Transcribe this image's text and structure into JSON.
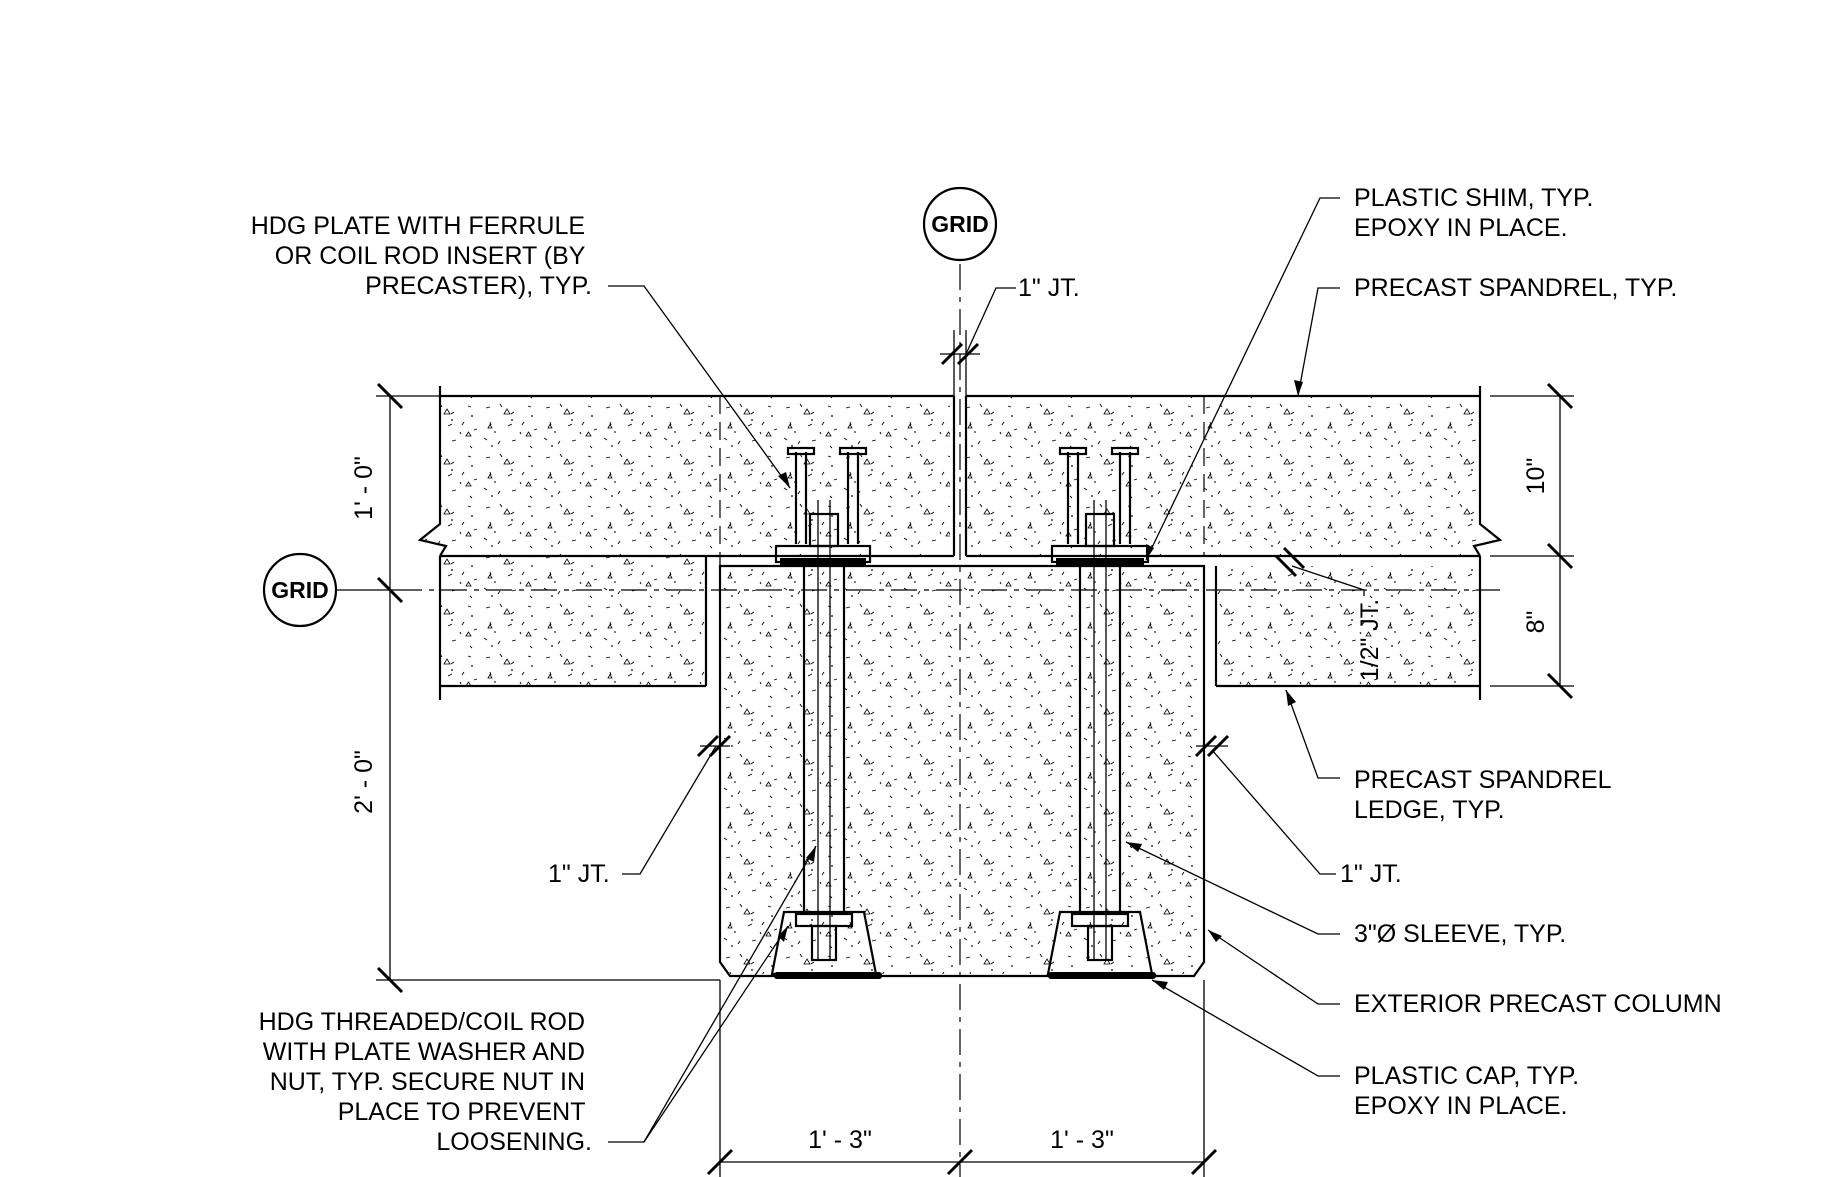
{
  "grid_markers": {
    "top": "GRID",
    "left": "GRID"
  },
  "dimensions": {
    "left_upper": "1' - 0\"",
    "left_lower": "2' - 0\"",
    "right_upper": "10\"",
    "right_lower": "8\"",
    "bottom_left": "1' - 3\"",
    "bottom_right": "1' - 3\"",
    "joint_top": "1\" JT.",
    "joint_left": "1\" JT.",
    "joint_right": "1\" JT.",
    "joint_half": "1/2\" JT."
  },
  "notes": {
    "hdg_plate": [
      "HDG PLATE WITH FERRULE",
      "OR COIL ROD INSERT (BY",
      "PRECASTER), TYP."
    ],
    "plastic_shim": [
      "PLASTIC SHIM, TYP.",
      "EPOXY IN PLACE."
    ],
    "precast_spandrel": [
      "PRECAST SPANDREL, TYP."
    ],
    "spandrel_ledge": [
      "PRECAST SPANDREL",
      "LEDGE, TYP."
    ],
    "sleeve": [
      "3\"Ø SLEEVE, TYP."
    ],
    "column": [
      "EXTERIOR PRECAST COLUMN"
    ],
    "plastic_cap": [
      "PLASTIC CAP, TYP.",
      "EPOXY IN PLACE."
    ],
    "threaded_rod": [
      "HDG THREADED/COIL ROD",
      "WITH PLATE WASHER AND",
      "NUT, TYP.  SECURE NUT IN",
      "PLACE TO PREVENT",
      "LOOSENING."
    ]
  }
}
